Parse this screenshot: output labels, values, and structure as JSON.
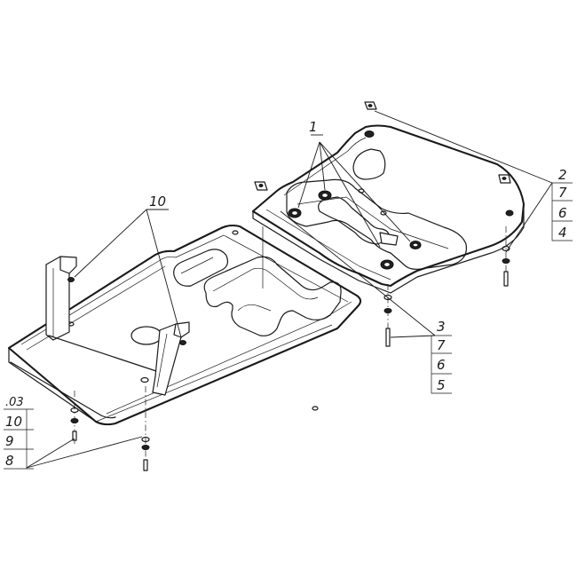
{
  "callouts": {
    "top_skid_plate": "1",
    "rear_group": [
      "2",
      "7",
      "6",
      "4"
    ],
    "middle_group": [
      "3",
      "7",
      "6",
      "5"
    ],
    "front_brackets": "10",
    "left_group": [
      ".03",
      "10",
      "9",
      "8"
    ]
  }
}
